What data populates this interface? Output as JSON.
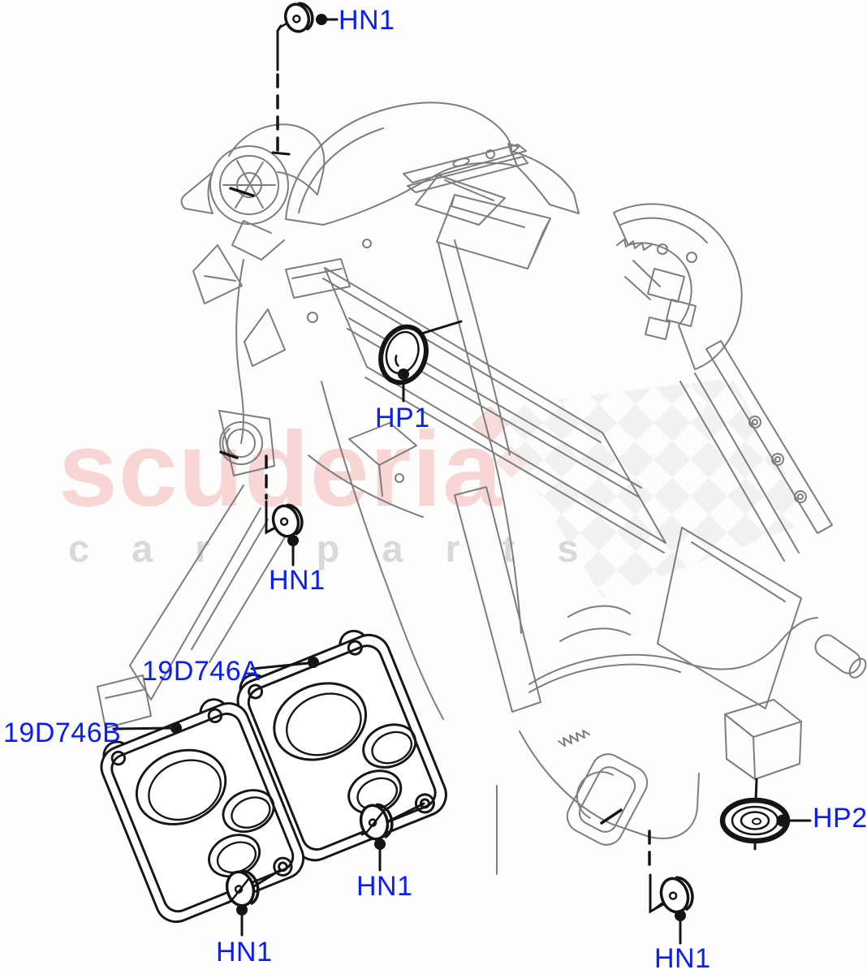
{
  "watermark": {
    "brand": "scuderia",
    "tagline": "car parts",
    "brand_color": "#f8d6d6",
    "tagline_color": "#d9d9d9"
  },
  "diagram": {
    "description": "Exploded parts diagram of heater / air conditioning evaporator and blower unit with gasket plates and fixing hardware",
    "colors": {
      "background": "#fdfdfc",
      "assembly_line": "#7d7d7d",
      "hardware_ink": "#141414",
      "callout_text": "#0a1df2",
      "checker_gray": "#e7e7e7",
      "checker_pink": "#f6d6d6"
    }
  },
  "callouts": {
    "hn1_top": {
      "label": "HN1"
    },
    "hp1": {
      "label": "HP1"
    },
    "hn1_mid": {
      "label": "HN1"
    },
    "part_a": {
      "label": "19D746A"
    },
    "part_b": {
      "label": "19D746B"
    },
    "hn1_under_a": {
      "label": "HN1"
    },
    "hn1_under_b": {
      "label": "HN1"
    },
    "hp2": {
      "label": "HP2"
    },
    "hn1_bottom": {
      "label": "HN1"
    }
  }
}
